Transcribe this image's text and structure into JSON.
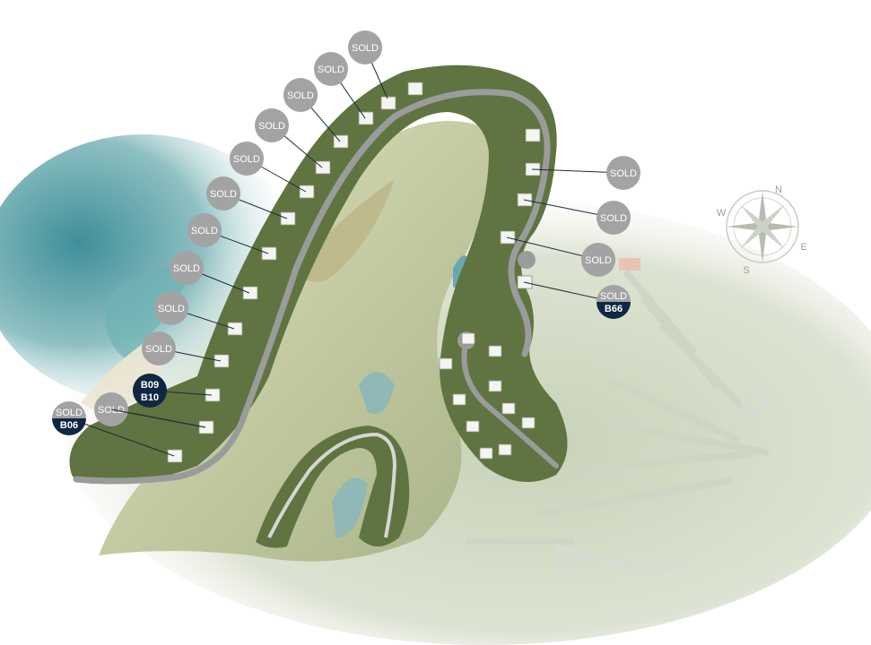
{
  "map": {
    "colors": {
      "sold_badge": "#a3a3a3",
      "available_badge": "#0f2742",
      "leader_line": "#1b2b3a",
      "development_land": "#5f7440",
      "road": "#9a9c9c",
      "sea": "#5aa3aa",
      "golf_course": "#c9cea4"
    },
    "compass": {
      "icon": "compass-rose-icon",
      "points": {
        "n": "N",
        "e": "E",
        "s": "S",
        "w": "W"
      }
    },
    "plot_markers": [
      {
        "id": "m1",
        "status": "sold",
        "lines": [
          "SOLD"
        ]
      },
      {
        "id": "m2",
        "status": "sold",
        "lines": [
          "SOLD"
        ]
      },
      {
        "id": "m3",
        "status": "sold",
        "lines": [
          "SOLD"
        ]
      },
      {
        "id": "m4",
        "status": "sold",
        "lines": [
          "SOLD"
        ]
      },
      {
        "id": "m5",
        "status": "sold",
        "lines": [
          "SOLD"
        ]
      },
      {
        "id": "m6",
        "status": "sold",
        "lines": [
          "SOLD"
        ]
      },
      {
        "id": "m7",
        "status": "sold",
        "lines": [
          "SOLD"
        ]
      },
      {
        "id": "m8",
        "status": "sold",
        "lines": [
          "SOLD"
        ]
      },
      {
        "id": "m9",
        "status": "sold",
        "lines": [
          "SOLD"
        ]
      },
      {
        "id": "m10",
        "status": "sold",
        "lines": [
          "SOLD"
        ]
      },
      {
        "id": "m11",
        "status": "sold",
        "lines": [
          "SOLD"
        ]
      },
      {
        "id": "m12",
        "status": "available",
        "lines": [
          "B09",
          "B10"
        ]
      },
      {
        "id": "m13",
        "status": "sold",
        "lines": [
          "SOLD"
        ]
      },
      {
        "id": "m14",
        "status": "sold-labeled",
        "lines": [
          "SOLD",
          "B06"
        ]
      },
      {
        "id": "m15",
        "status": "sold",
        "lines": [
          "SOLD"
        ]
      },
      {
        "id": "m16",
        "status": "sold",
        "lines": [
          "SOLD"
        ]
      },
      {
        "id": "m17",
        "status": "sold",
        "lines": [
          "SOLD"
        ]
      },
      {
        "id": "m18",
        "status": "sold-labeled",
        "lines": [
          "SOLD",
          "B66"
        ]
      }
    ]
  }
}
